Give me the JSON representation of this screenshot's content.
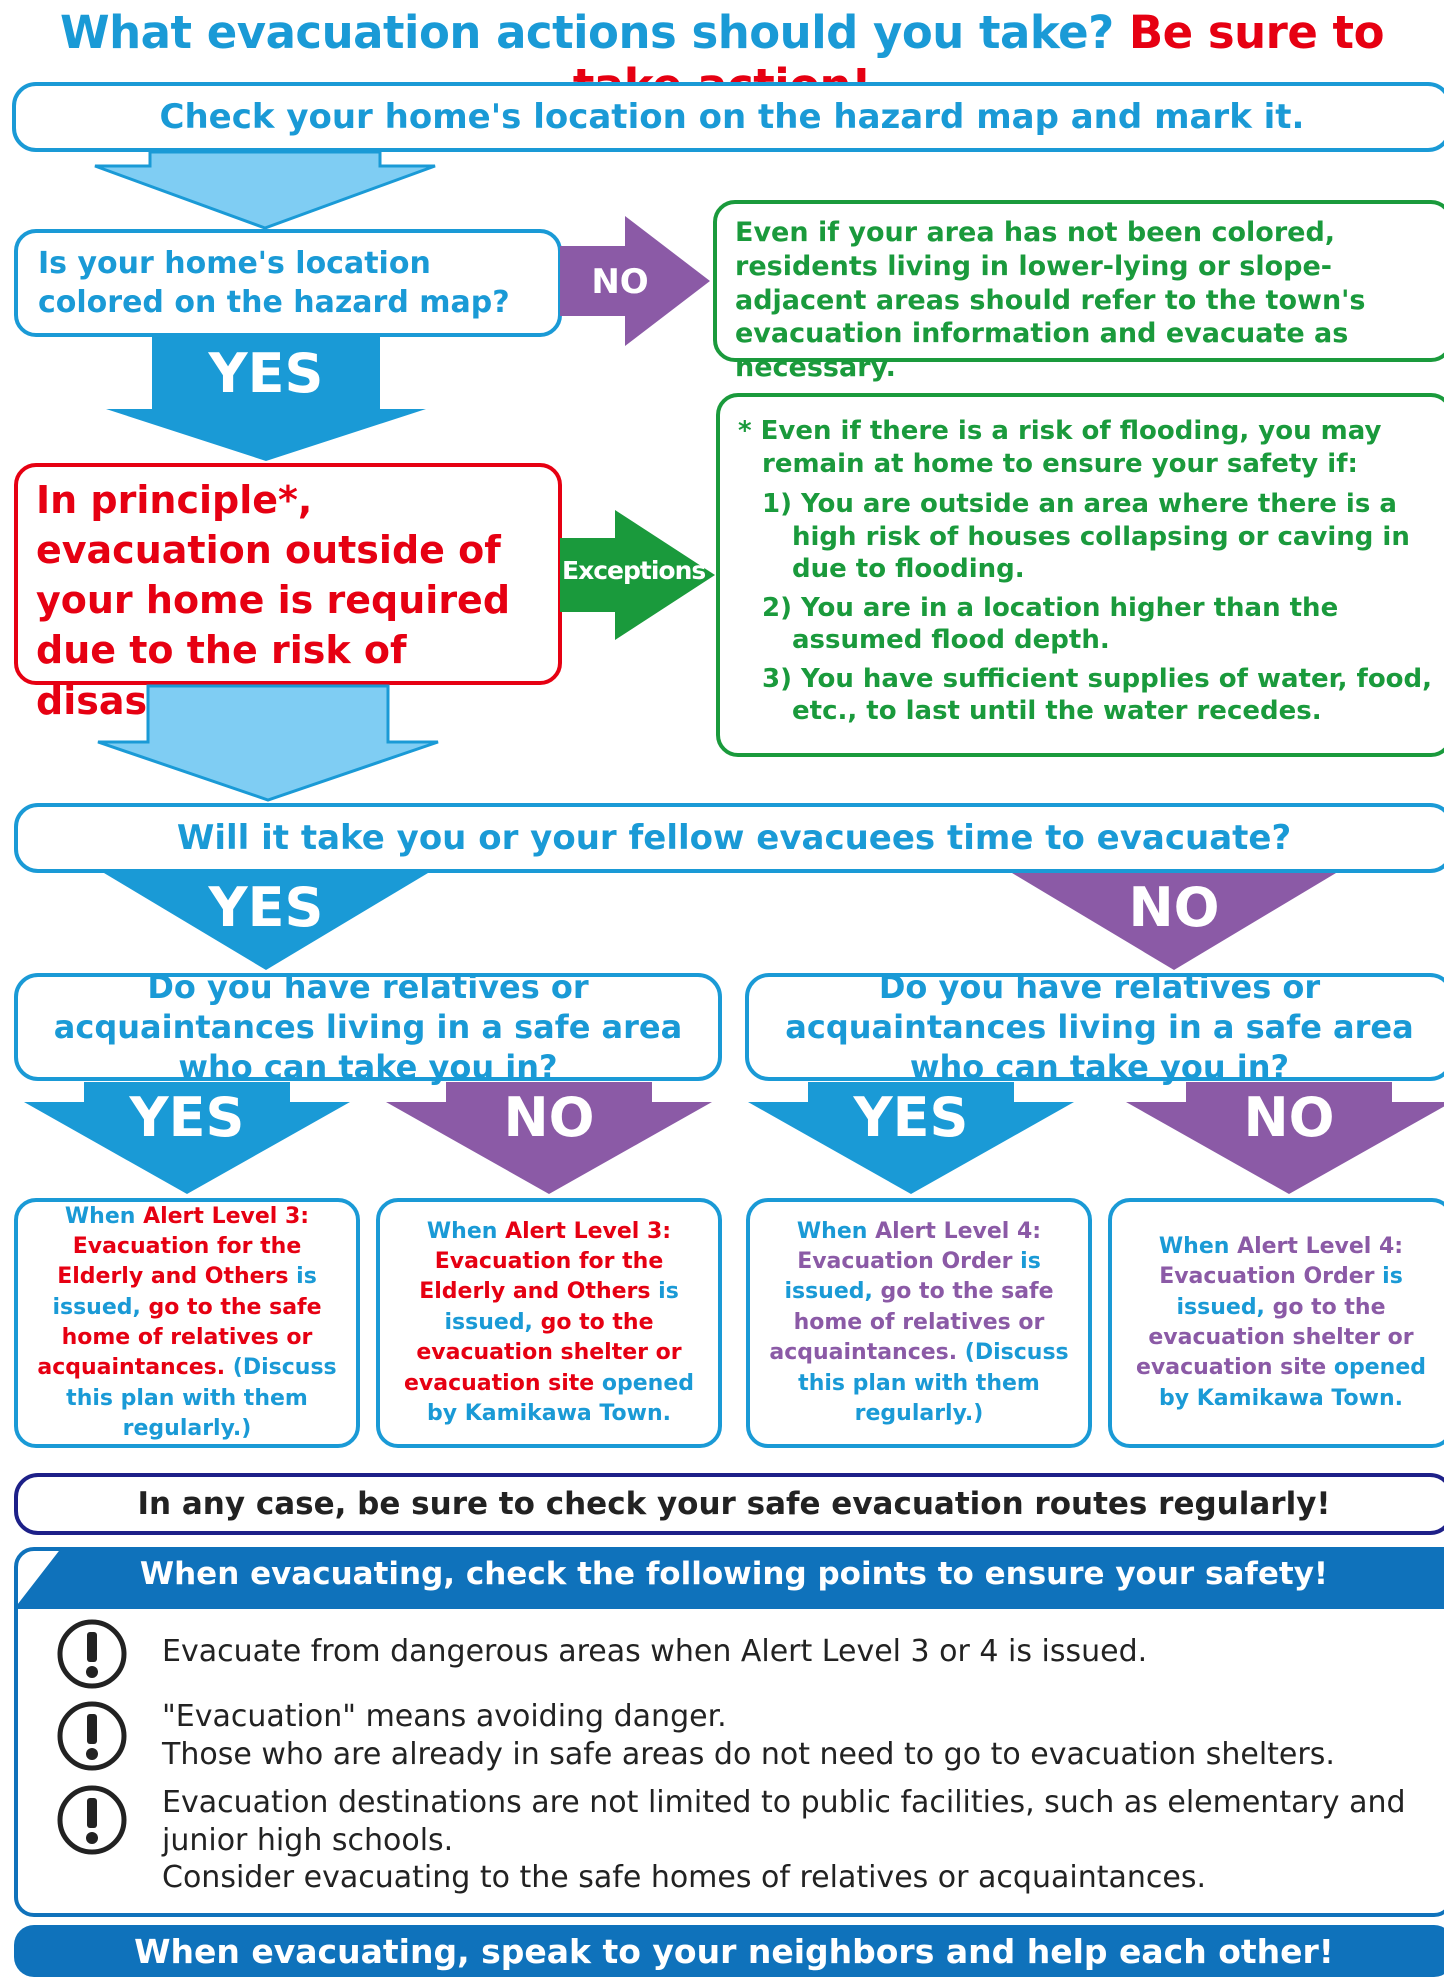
{
  "title": {
    "part1": "What evacuation actions should you take?",
    "part2": "Be sure to take action!"
  },
  "step1": "Check your home's location on the hazard map and mark it.",
  "q_colored": "Is your home's location colored on the hazard map?",
  "no_label": "NO",
  "yes_label": "YES",
  "exceptions_label": "Exceptions",
  "not_colored_note": "Even if your area has not been colored, residents living in lower-lying or slope-adjacent areas should refer to the town's evacuation information and evacuate as necessary.",
  "principle": "In principle*, evacuation outside of your home is required due to the risk of disaster.",
  "exceptions": {
    "intro": "* Even if there is a risk of flooding, you may remain at home to ensure your safety if:",
    "items": [
      {
        "num": "1)",
        "text": "You are outside an area where there is a high risk of houses collapsing or caving in due to flooding."
      },
      {
        "num": "2)",
        "text": "You are in a location higher than the assumed flood depth."
      },
      {
        "num": "3)",
        "text": "You have sufficient supplies of water, food, etc., to last until the water recedes."
      }
    ]
  },
  "q_time": "Will it take you or your fellow evacuees time to evacuate?",
  "q_relatives": "Do you have relatives or acquaintances living in a safe area who can take you in?",
  "outcomes": {
    "o1": {
      "a": "When ",
      "b": "Alert Level 3: Evacuation for the Elderly and Others",
      "c": " is issued, ",
      "d": "go to the safe home of relatives or acquaintances.",
      "e": " (Discuss this plan with them regularly.)"
    },
    "o2": {
      "a": "When ",
      "b": "Alert Level 3: Evacuation for the Elderly and Others",
      "c": " is issued, ",
      "d": "go to the evacuation shelter or evacuation site",
      "e": " opened by Kamikawa Town."
    },
    "o3": {
      "a": "When ",
      "b": "Alert Level 4: Evacuation Order",
      "c": " is issued, ",
      "d": "go to the safe home of relatives or acquaintances.",
      "e": " (Discuss this plan with them regularly.)"
    },
    "o4": {
      "a": "When ",
      "b": "Alert Level 4: Evacuation Order",
      "c": " is issued, ",
      "d": "go to the evacuation shelter or evacuation site",
      "e": " opened by Kamikawa Town."
    }
  },
  "routes_note": "In any case, be sure to check your safe evacuation routes regularly!",
  "safety": {
    "header": "When evacuating, check the following points to ensure your safety!",
    "points": [
      {
        "line1": "Evacuate from dangerous areas when Alert Level 3 or 4 is issued."
      },
      {
        "line1": "\"Evacuation\" means avoiding danger.",
        "line2": "Those who are already in safe areas do not need to go to evacuation shelters."
      },
      {
        "line1": "Evacuation destinations are not limited to public facilities, such as elementary and junior high schools.",
        "line2": "Consider evacuating to the safe homes of relatives or acquaintances."
      }
    ]
  },
  "footer": "When evacuating, speak to your neighbors and help each other!",
  "colors": {
    "blue": "#1a9ad6",
    "light_blue": "#7fcdf3",
    "purple": "#8b5aa6",
    "green": "#1a9a3c",
    "red": "#e60012",
    "navy": "#1d2088",
    "dark_blue": "#0f72bb"
  }
}
